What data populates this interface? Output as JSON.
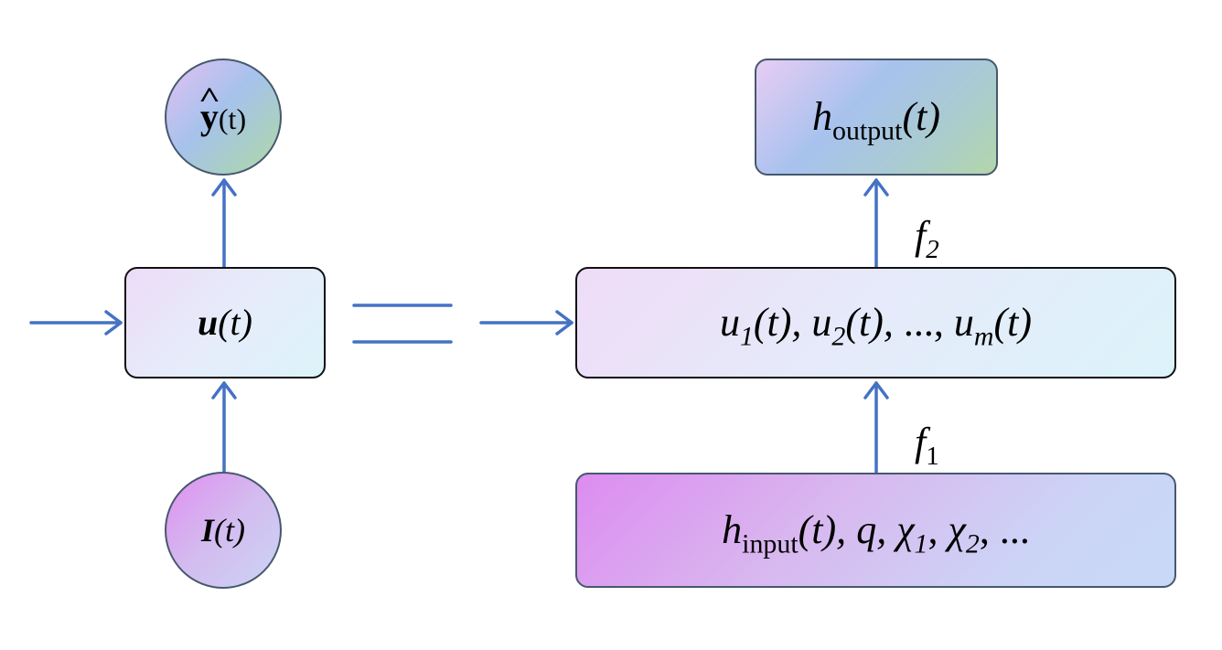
{
  "nodes": {
    "yhat": {
      "symbol": "y",
      "arg": "(t)"
    },
    "u": {
      "symbol": "u",
      "arg": "(t)"
    },
    "i": {
      "symbol": "I",
      "arg": "(t)"
    },
    "h_output": {
      "symbol": "h",
      "subscript": "output",
      "arg": "(t)"
    },
    "u_list": {
      "u1_symbol": "u",
      "u1_sub": "1",
      "u1_arg": "(t),",
      "u2_symbol": "u",
      "u2_sub": "2",
      "u2_arg": "(t),",
      "ellipsis": "...,",
      "um_symbol": "u",
      "um_sub": "m",
      "um_arg": "(t)"
    },
    "h_input": {
      "symbol": "h",
      "subscript": "input",
      "arg": "(t),",
      "q": "q,",
      "chi1_symbol": "χ",
      "chi1_sub": "1",
      "chi1_sep": ",",
      "chi2_symbol": "χ",
      "chi2_sub": "2",
      "chi2_sep": ", ..."
    }
  },
  "labels": {
    "f2": {
      "symbol": "f",
      "subscript": "2"
    },
    "f1": {
      "symbol": "f",
      "subscript": "1"
    }
  },
  "colors": {
    "arrow": "#4472c4",
    "node_border": "#46586e"
  }
}
